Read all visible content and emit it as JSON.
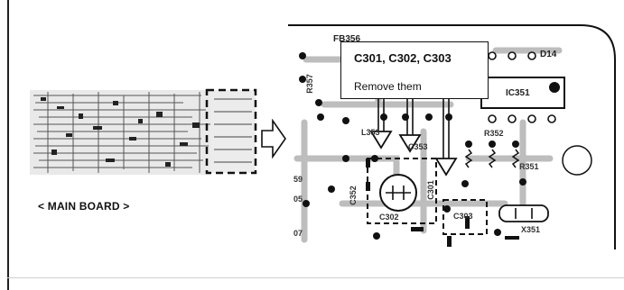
{
  "main_board": {
    "label": "< MAIN BOARD >"
  },
  "callout": {
    "title": "C301, C302, C303",
    "instruction": "Remove them"
  },
  "pcb_labels": {
    "fb356": "FB356",
    "d14": "D14",
    "ic351": "IC351",
    "l353": "L353",
    "c353": "C353",
    "r352": "R352",
    "r351": "R351",
    "c302": "C302",
    "c303": "C303",
    "c301": "C301",
    "x351": "X351",
    "r357": "R357",
    "c352": "C352",
    "n59": "59",
    "n05": "05",
    "n07": "07"
  },
  "colors": {
    "ink": "#111111",
    "trace": "#c9c9c9",
    "board": "#f4f4f4"
  }
}
